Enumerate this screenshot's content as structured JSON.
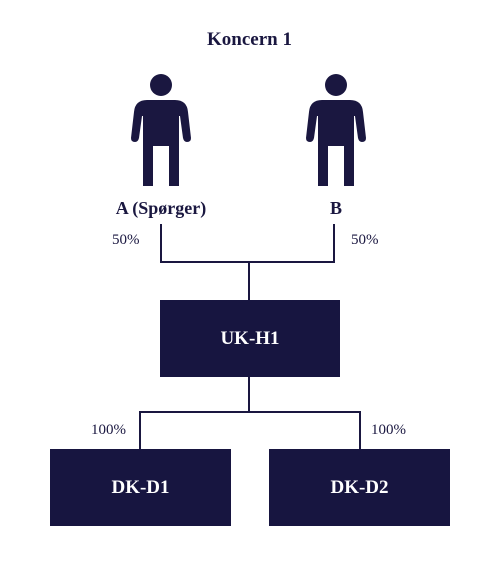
{
  "title": "Koncern 1",
  "colors": {
    "entity_fill": "#171540",
    "line": "#1a1740",
    "text": "#1a1740",
    "entity_text": "#ffffff"
  },
  "owners": [
    {
      "icon": "person-icon",
      "label": "A (Spørger)",
      "ownership": "50%"
    },
    {
      "icon": "person-icon",
      "label": "B",
      "ownership": "50%"
    }
  ],
  "holding": {
    "label": "UK-H1"
  },
  "subsidiaries": [
    {
      "label": "DK-D1",
      "ownership": "100%"
    },
    {
      "label": "DK-D2",
      "ownership": "100%"
    }
  ]
}
